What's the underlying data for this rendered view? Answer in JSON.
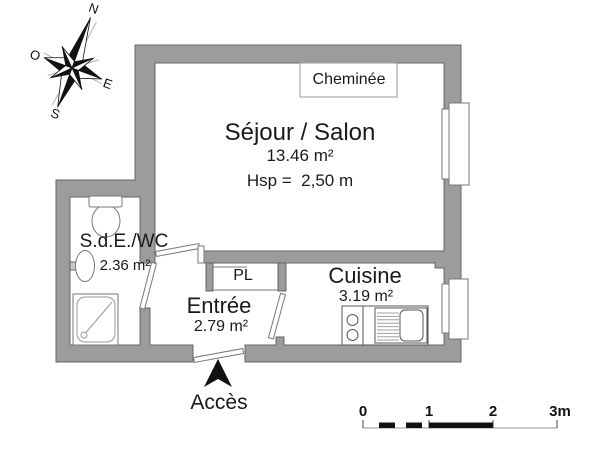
{
  "compass": {
    "north": "N",
    "west": "O",
    "east": "E",
    "south": "S"
  },
  "rooms": {
    "sejour": {
      "name": "Séjour / Salon",
      "area": "13.46 m²",
      "ceiling_height": "Hsp =  2,50 m"
    },
    "sde": {
      "name": "S.d.E./WC",
      "area": "2.36 m²"
    },
    "entree": {
      "name": "Entrée",
      "area": "2.79 m²"
    },
    "cuisine": {
      "name": "Cuisine",
      "area": "3.19 m²"
    },
    "placard": {
      "name": "PL"
    }
  },
  "annotations": {
    "chimney": "Cheminée",
    "access": "Accès"
  },
  "scale_bar": {
    "labels": [
      "0",
      "1",
      "2",
      "3m"
    ]
  },
  "colors": {
    "wall_fill": "#9c9c9c",
    "wall_outline": "#666666",
    "fixture_outline": "#777777",
    "counter_outline": "#555555",
    "text": "#1a1a1a"
  }
}
